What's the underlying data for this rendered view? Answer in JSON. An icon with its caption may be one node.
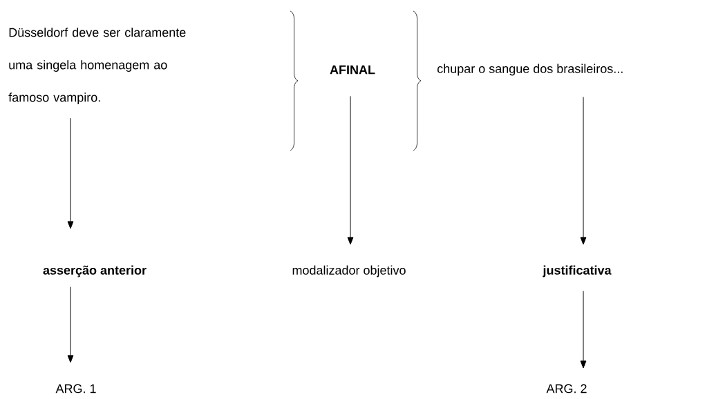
{
  "diagram": {
    "nodes": [
      {
        "text": [
          "Düsseldorf deve ser claramente uma singela homenagem ao famoso vampiro."
        ]
      },
      {
        "text": [
          "AFINAL"
        ]
      },
      {
        "text": [
          "chupar o sangue dos brasileiros..."
        ]
      },
      {
        "text": [
          "asserção anterior"
        ]
      },
      {
        "text": [
          "modalizador objetivo"
        ]
      },
      {
        "text": [
          "justificativa"
        ]
      },
      {
        "text": [
          "ARG. 1"
        ]
      },
      {
        "text": [
          "ARG. 2"
        ]
      }
    ],
    "edges": [
      {
        "from": 0,
        "to": 3,
        "arrow": "to"
      },
      {
        "from": 1,
        "to": 4,
        "arrow": "to"
      },
      {
        "from": 2,
        "to": 5,
        "arrow": "to"
      },
      {
        "from": 3,
        "to": 6,
        "arrow": "to"
      },
      {
        "from": 5,
        "to": 7,
        "arrow": "to"
      }
    ]
  }
}
